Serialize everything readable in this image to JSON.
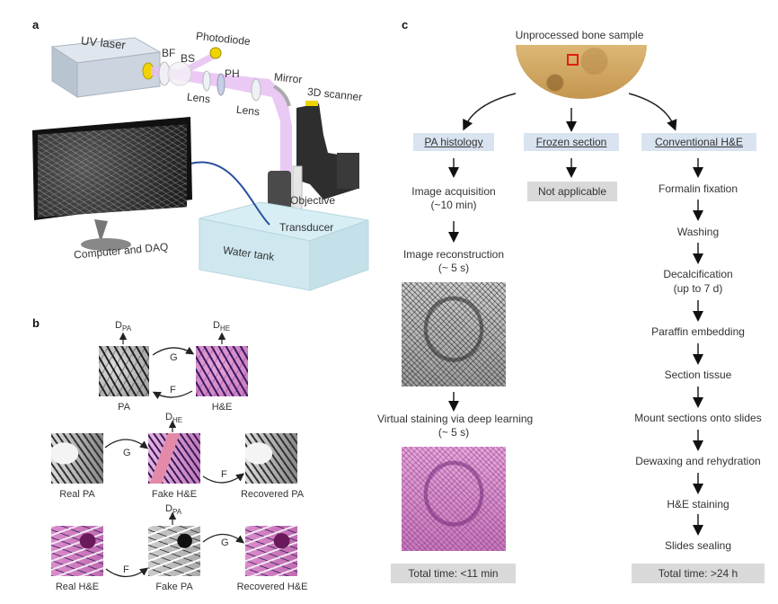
{
  "figure": {
    "panel_a": {
      "label": "a",
      "components": {
        "uv_laser": "UV laser",
        "bf": "BF",
        "bs": "BS",
        "photodiode": "Photodiode",
        "ph": "PH",
        "lens1": "Lens",
        "lens2": "Lens",
        "mirror": "Mirror",
        "scanner": "3D scanner",
        "objective": "Objective",
        "transducer": "Transducer",
        "water_tank": "Water tank",
        "computer": "Computer and DAQ"
      }
    },
    "panel_b": {
      "label": "b",
      "top_cycle": {
        "left_label": "PA",
        "right_label": "H&E",
        "disc_left": "D",
        "disc_left_sub": "PA",
        "disc_right": "D",
        "disc_right_sub": "HE",
        "arrow_top": "G",
        "arrow_bottom": "F"
      },
      "row1": {
        "real": "Real PA",
        "fake": "Fake H&E",
        "recovered": "Recovered PA",
        "disc": "D",
        "disc_sub": "HE",
        "arrow1": "G",
        "arrow2": "F"
      },
      "row2": {
        "real": "Real H&E",
        "fake": "Fake PA",
        "recovered": "Recovered H&E",
        "disc": "D",
        "disc_sub": "PA",
        "arrow1": "F",
        "arrow2": "G"
      }
    },
    "panel_c": {
      "label": "c",
      "sample_title": "Unprocessed bone sample",
      "columns": {
        "pa": {
          "header": "PA histology",
          "steps": [
            {
              "line1": "Image acquisition",
              "line2": "(~10 min)"
            },
            {
              "line1": "Image reconstruction",
              "line2": "(~ 5 s)"
            },
            {
              "line1": "Virtual staining via deep learning",
              "line2": "(~ 5 s)"
            }
          ],
          "total": "Total time: <11 min"
        },
        "frozen": {
          "header": "Frozen section",
          "result": "Not applicable"
        },
        "conventional": {
          "header": "Conventional H&E",
          "steps": [
            "Formalin fixation",
            "Washing",
            "Decalcification",
            "(up to 7 d)",
            "Paraffin embedding",
            "Section tissue",
            "Mount sections onto slides",
            "Dewaxing and rehydration",
            "H&E staining",
            "Slides sealing"
          ],
          "total": "Total time: >24 h"
        }
      }
    },
    "colors": {
      "header_box": "#d9e4f0",
      "total_box": "#d9d9d9",
      "beam": "#e3b6f0",
      "laser_body": "#c8d3e0",
      "water": "#cfe9f0",
      "scanner_knob": "#f0d400",
      "roi_box": "#e02010"
    }
  }
}
